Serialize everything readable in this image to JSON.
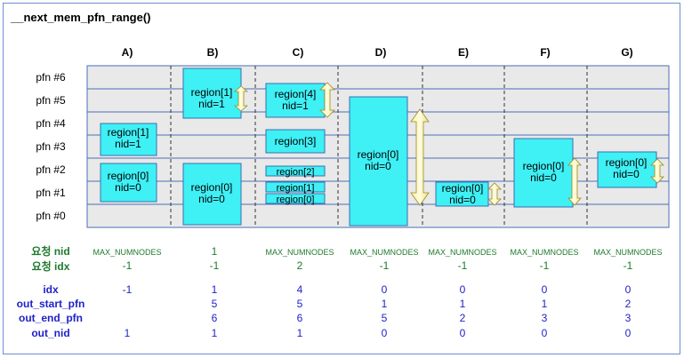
{
  "title": "__next_mem_pfn_range()",
  "columns": [
    "A)",
    "B)",
    "C)",
    "D)",
    "E)",
    "F)",
    "G)"
  ],
  "pfn_labels": [
    "pfn #6",
    "pfn #5",
    "pfn #4",
    "pfn #3",
    "pfn #2",
    "pfn #1",
    "pfn #0"
  ],
  "regions": {
    "A": {
      "r1": [
        "region[1]",
        "nid=1"
      ],
      "r0": [
        "region[0]",
        "nid=0"
      ]
    },
    "B": {
      "r1": [
        "region[1]",
        "nid=1"
      ],
      "r0": [
        "region[0]",
        "nid=0"
      ]
    },
    "C": {
      "r4": [
        "region[4]",
        "nid=1"
      ],
      "r3": "region[3]",
      "r2": "region[2]",
      "r1": "region[1]",
      "r0": "region[0]"
    },
    "D": {
      "r0": [
        "region[0]",
        "nid=0"
      ]
    },
    "E": {
      "r0": [
        "region[0]",
        "nid=0"
      ]
    },
    "F": {
      "r0": [
        "region[0]",
        "nid=0"
      ]
    },
    "G": {
      "r0": [
        "region[0]",
        "nid=0"
      ]
    }
  },
  "table": {
    "rows": [
      {
        "label": "요청 nid",
        "values": [
          "MAX_NUMNODES",
          "1",
          "MAX_NUMNODES",
          "MAX_NUMNODES",
          "MAX_NUMNODES",
          "MAX_NUMNODES",
          "MAX_NUMNODES"
        ]
      },
      {
        "label": "요청 idx",
        "values": [
          "-1",
          "-1",
          "2",
          "-1",
          "-1",
          "-1",
          "-1"
        ]
      },
      {
        "label": "idx",
        "values": [
          "-1",
          "1",
          "4",
          "0",
          "0",
          "0",
          "0"
        ]
      },
      {
        "label": "out_start_pfn",
        "values": [
          "",
          "5",
          "5",
          "1",
          "1",
          "1",
          "2"
        ]
      },
      {
        "label": "out_end_pfn",
        "values": [
          "",
          "6",
          "6",
          "5",
          "2",
          "3",
          "3"
        ]
      },
      {
        "label": "out_nid",
        "values": [
          "1",
          "1",
          "1",
          "0",
          "0",
          "0",
          "0"
        ]
      }
    ]
  },
  "colors": {
    "region_fill": "#3ff0f5",
    "region_border": "#3a6fb0",
    "grid_bg": "#e9e9e9",
    "grid_line": "#4a6fb5",
    "arrow_fill": "#fdf8b0",
    "green": "#1f7a2e",
    "blue": "#1f22c8"
  }
}
